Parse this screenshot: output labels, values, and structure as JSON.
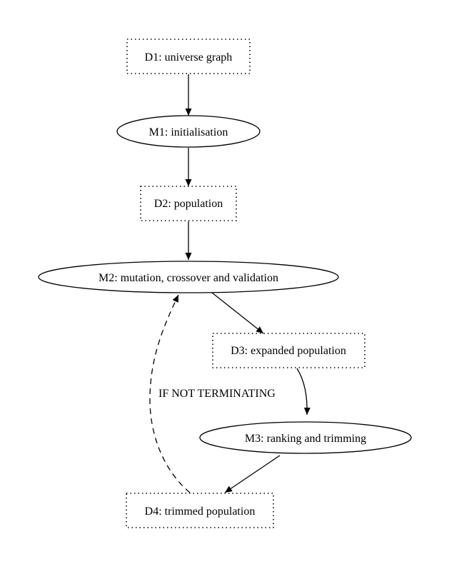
{
  "nodes": {
    "d1": {
      "label": "D1: universe graph",
      "kind": "data"
    },
    "m1": {
      "label": "M1: initialisation",
      "kind": "process"
    },
    "d2": {
      "label": "D2: population",
      "kind": "data"
    },
    "m2": {
      "label": "M2: mutation, crossover and validation",
      "kind": "process"
    },
    "d3": {
      "label": "D3: expanded population",
      "kind": "data"
    },
    "m3": {
      "label": "M3: ranking and trimming",
      "kind": "process"
    },
    "d4": {
      "label": "D4: trimmed population",
      "kind": "data"
    }
  },
  "edges": {
    "d1_m1": {
      "from": "d1",
      "to": "m1",
      "style": "solid"
    },
    "m1_d2": {
      "from": "m1",
      "to": "d2",
      "style": "solid"
    },
    "d2_m2": {
      "from": "d2",
      "to": "m2",
      "style": "solid"
    },
    "m2_d3": {
      "from": "m2",
      "to": "d3",
      "style": "solid"
    },
    "d3_m3": {
      "from": "d3",
      "to": "m3",
      "style": "solid"
    },
    "m3_d4": {
      "from": "m3",
      "to": "d4",
      "style": "solid"
    },
    "d4_m2": {
      "from": "d4",
      "to": "m2",
      "style": "dashed",
      "label": "IF NOT TERMINATING"
    }
  }
}
